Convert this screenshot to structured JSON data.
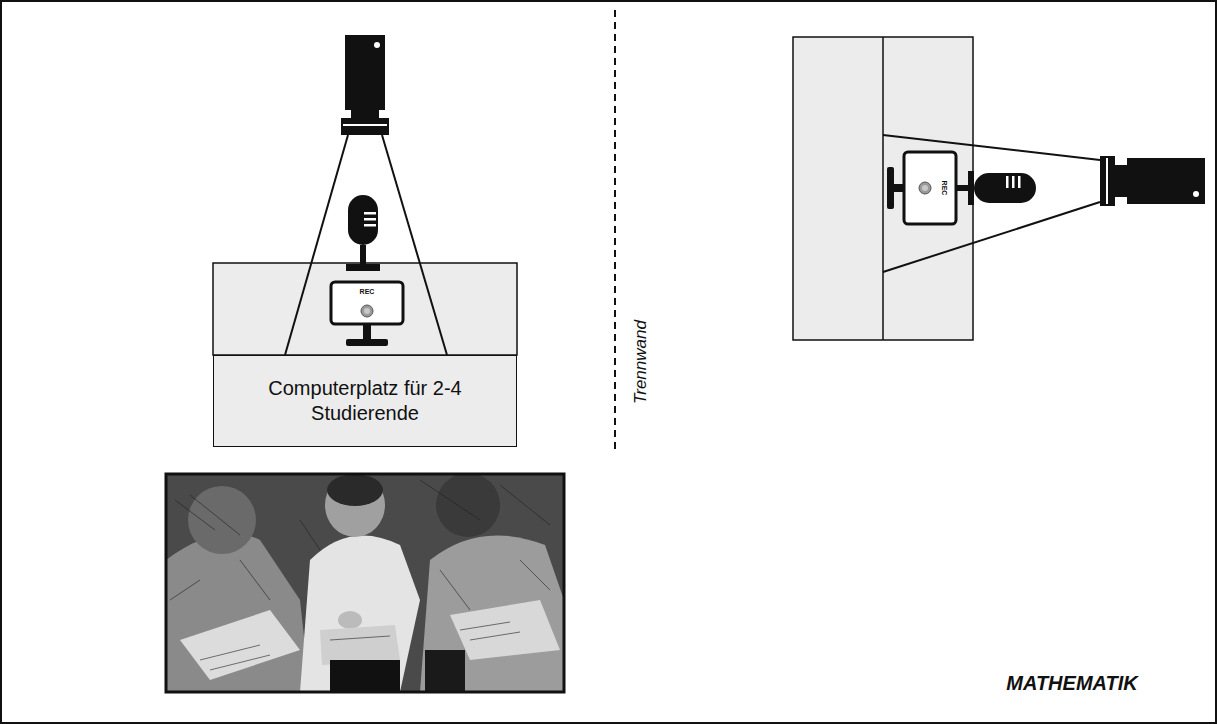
{
  "diagram": {
    "nodes": [
      {
        "text": [
          "Computerplatz für 2-4 Studierende"
        ]
      }
    ],
    "labels": [
      "REC",
      "REC",
      "Trennwand",
      "MATHEMATIK"
    ]
  }
}
